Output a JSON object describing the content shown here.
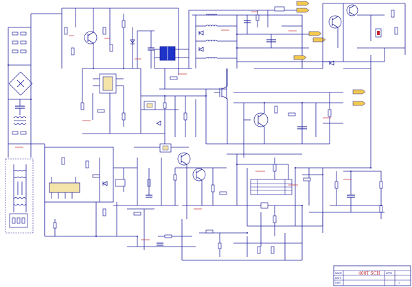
{
  "title_block": {
    "title": "400T SCH",
    "rows": [
      "NAME",
      "DATE",
      "DWG",
      "APPD"
    ],
    "sheet_label": "1"
  },
  "colors": {
    "wire": "#1e1e9a",
    "component": "#1e1e9a",
    "label_red": "#c0262b",
    "port_fill": "#f2c94c",
    "ic_fill": "#f4e4a8",
    "transformer_fill": "#1e33c8",
    "background": "#ffffff"
  },
  "ports": [
    {
      "name": "port-top-right-1"
    },
    {
      "name": "port-top-right-2"
    },
    {
      "name": "port-mid-1"
    },
    {
      "name": "port-mid-2"
    },
    {
      "name": "port-mid-3"
    },
    {
      "name": "port-right-1"
    },
    {
      "name": "port-right-2"
    }
  ]
}
